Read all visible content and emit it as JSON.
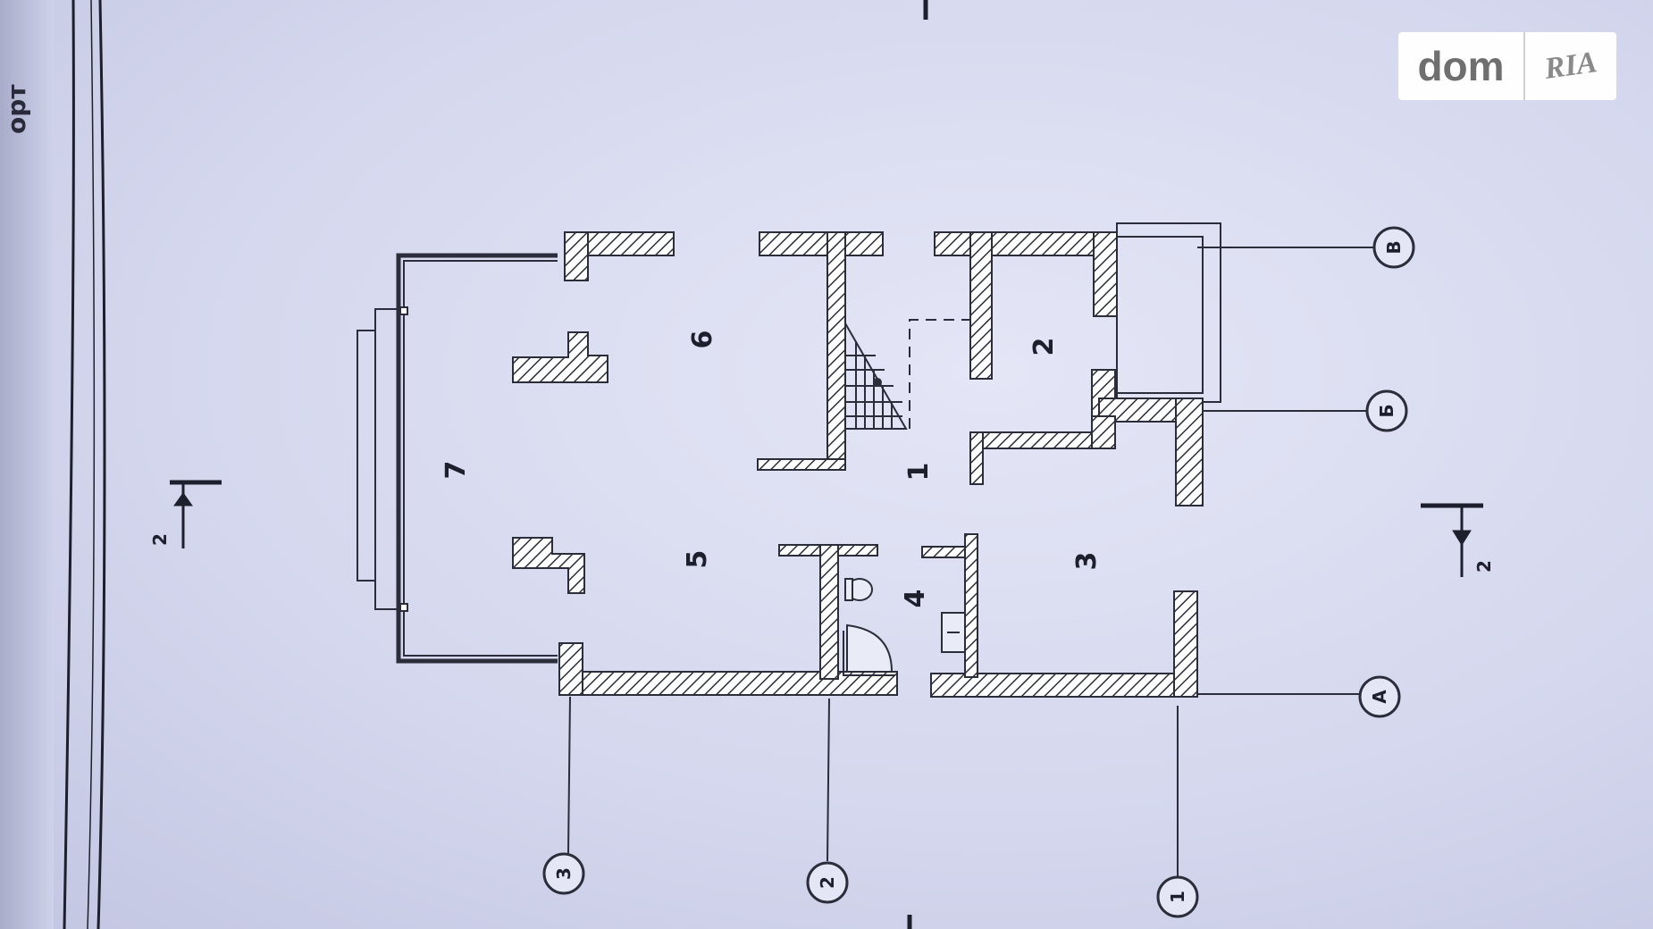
{
  "watermark": {
    "brand": "dom",
    "brand_suffix": "RIA"
  },
  "corner_text": "орт",
  "rooms": [
    {
      "id": "1",
      "label": "1"
    },
    {
      "id": "2",
      "label": "2"
    },
    {
      "id": "3",
      "label": "3"
    },
    {
      "id": "4",
      "label": "4"
    },
    {
      "id": "5",
      "label": "5"
    },
    {
      "id": "6",
      "label": "6"
    },
    {
      "id": "7",
      "label": "7"
    }
  ],
  "axes": [
    {
      "id": "A",
      "label": "А"
    },
    {
      "id": "B",
      "label": "Б"
    },
    {
      "id": "V",
      "label": "В"
    },
    {
      "id": "1",
      "label": "1"
    },
    {
      "id": "2",
      "label": "2"
    },
    {
      "id": "3",
      "label": "3"
    }
  ],
  "section_marks": [
    {
      "id": "left",
      "label": "2"
    },
    {
      "id": "right",
      "label": "2"
    }
  ],
  "colors": {
    "line": "#2b2d3a",
    "paper": "#d9dbf0",
    "wall_fill": "#ffffff"
  }
}
